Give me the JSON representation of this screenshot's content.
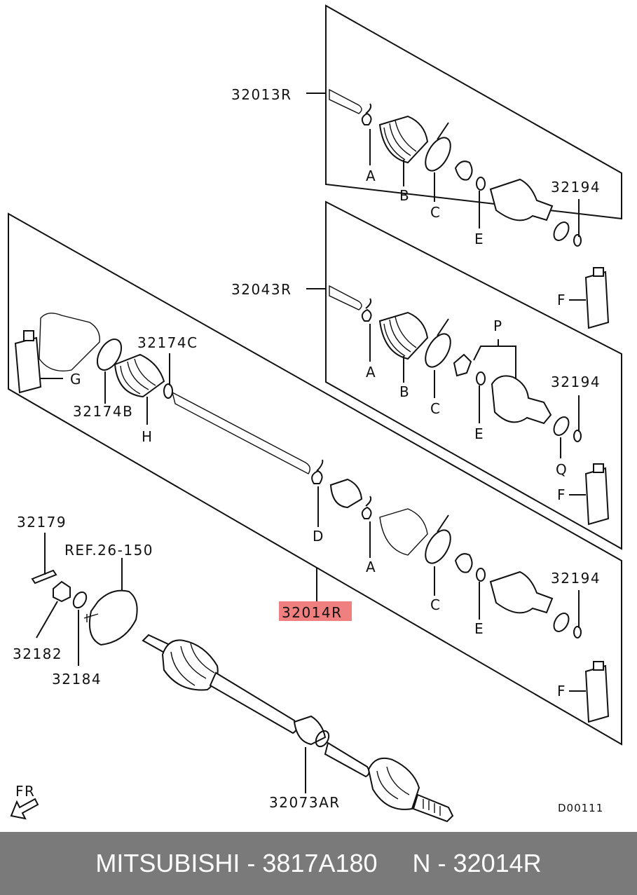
{
  "diagram": {
    "panel_labels": {
      "upper": "32013R",
      "middle": "32043R",
      "main_shaft": "32014R",
      "bottom_shaft": "32073AR"
    },
    "letters": {
      "a": "A",
      "b": "B",
      "c": "C",
      "d": "D",
      "e": "E",
      "f": "F",
      "g": "G",
      "h": "H",
      "p": "P",
      "q": "Q"
    },
    "part_numbers": {
      "p32194": "32194",
      "p32174c": "32174C",
      "p32174b": "32174B",
      "p32179": "32179",
      "p32182": "32182",
      "p32184": "32184",
      "ref": "REF.26-150"
    },
    "front_marker": "FR",
    "diagram_id": "D00111",
    "highlight_color": "#f08080"
  },
  "footer": {
    "text": "MITSUBISHI - 3817A180     N - 32014R"
  }
}
